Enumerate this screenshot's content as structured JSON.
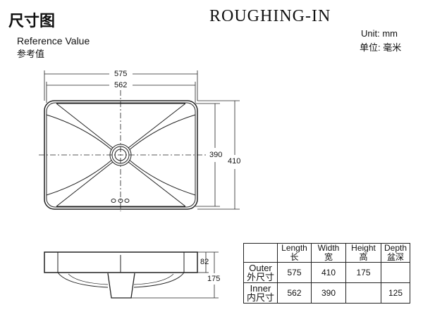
{
  "header": {
    "title_cn": "尺寸图",
    "title_en": "ROUGHING-IN",
    "reference_en": "Reference Value",
    "reference_cn": "参考值",
    "unit_en": "Unit: mm",
    "unit_cn": "单位: 毫米"
  },
  "dimensions": {
    "outer_length": "575",
    "inner_length": "562",
    "inner_width": "390",
    "outer_width": "410",
    "rim_height": "82",
    "total_height": "175"
  },
  "table": {
    "columns": [
      {
        "en": "Length",
        "cn": "长"
      },
      {
        "en": "Width",
        "cn": "宽"
      },
      {
        "en": "Height",
        "cn": "高"
      },
      {
        "en": "Depth",
        "cn": "盆深"
      }
    ],
    "rows": [
      {
        "en": "Outer",
        "cn": "外尺寸",
        "values": [
          "575",
          "410",
          "175",
          ""
        ]
      },
      {
        "en": "Inner",
        "cn": "内尺寸",
        "values": [
          "562",
          "390",
          "",
          "125"
        ]
      }
    ]
  }
}
